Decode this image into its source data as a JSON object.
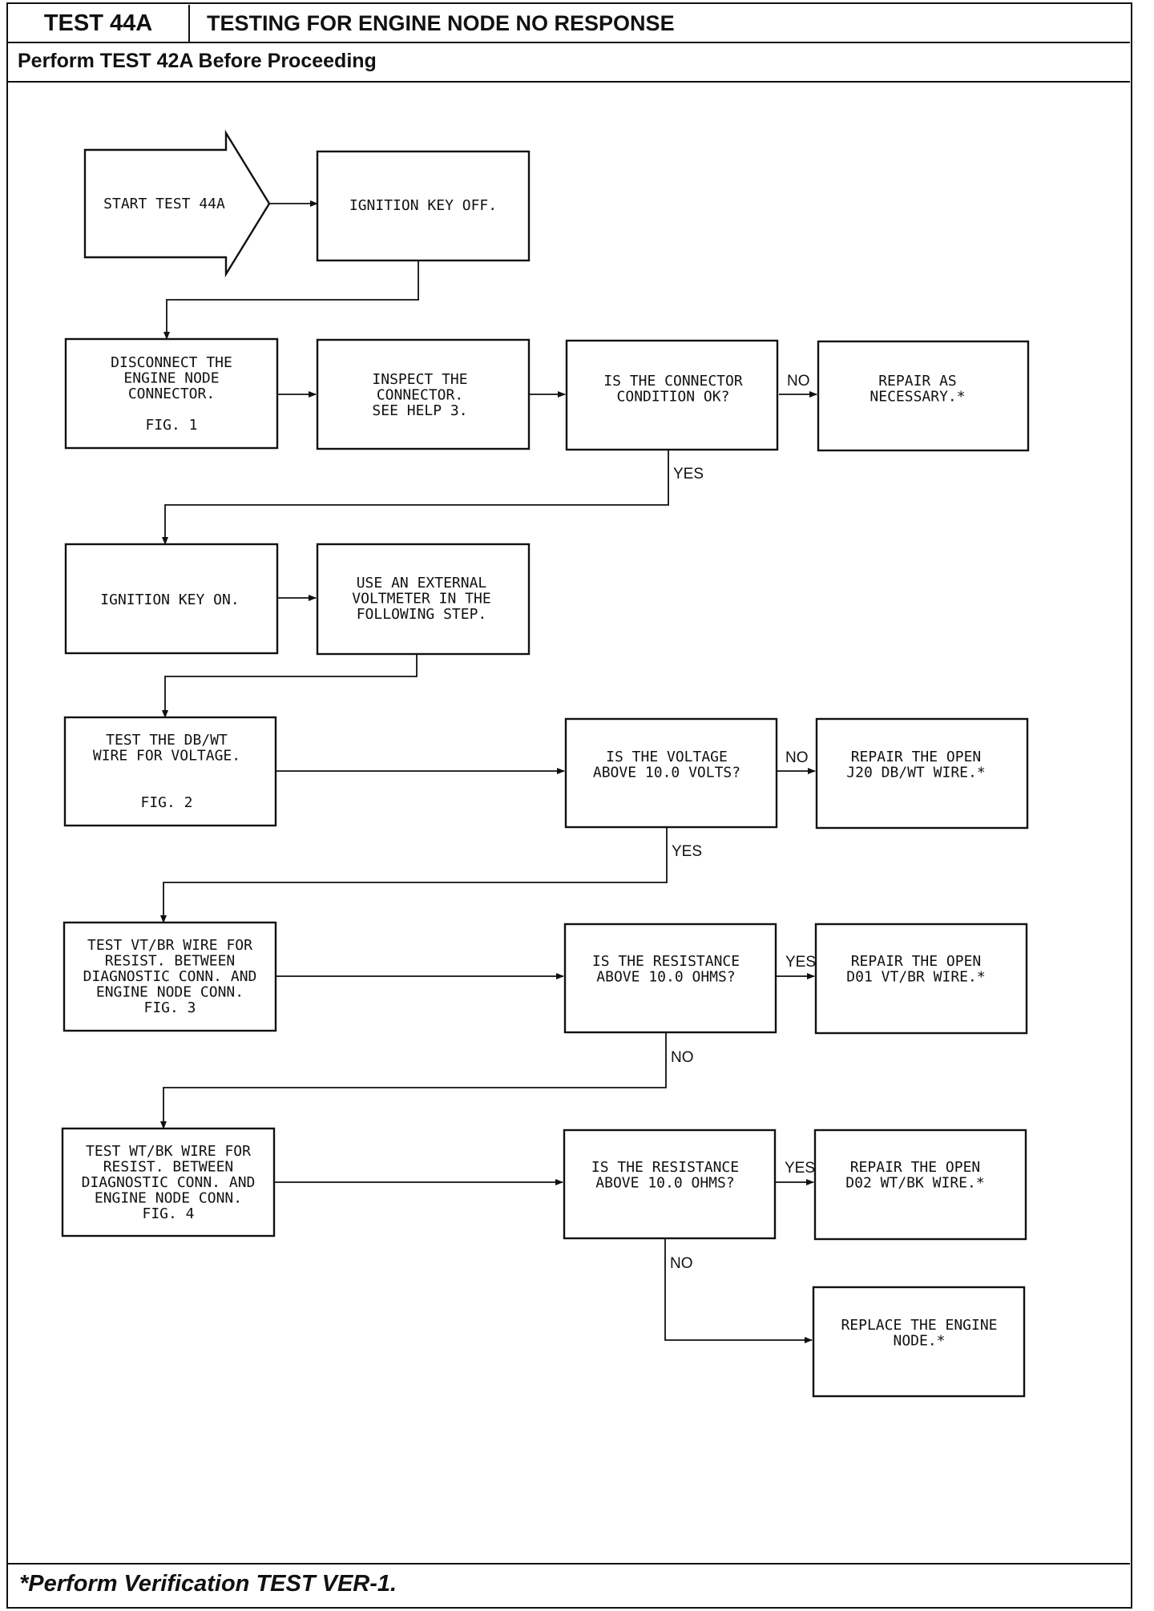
{
  "header": {
    "test_id": "TEST 44A",
    "title": "TESTING FOR ENGINE NODE NO RESPONSE",
    "prerequisite": "Perform TEST 42A Before Proceeding"
  },
  "footer": {
    "note": "*Perform Verification TEST VER-1."
  },
  "nodes": {
    "start": [
      "START TEST 44A"
    ],
    "key_off": [
      "IGNITION KEY OFF."
    ],
    "disconnect": [
      "DISCONNECT THE",
      "ENGINE NODE",
      "CONNECTOR.",
      "",
      "FIG. 1"
    ],
    "inspect": [
      "INSPECT THE",
      "CONNECTOR.",
      "SEE HELP 3."
    ],
    "connector_ok": [
      "IS THE CONNECTOR",
      "CONDITION OK?"
    ],
    "repair_necessary": [
      "REPAIR AS",
      "NECESSARY.*"
    ],
    "key_on": [
      "IGNITION KEY ON."
    ],
    "voltmeter": [
      "USE AN EXTERNAL",
      "VOLTMETER IN THE",
      "FOLLOWING STEP."
    ],
    "test_dbwt": [
      "TEST THE DB/WT",
      "WIRE FOR VOLTAGE.",
      "",
      "",
      "FIG. 2"
    ],
    "voltage_q": [
      "IS THE VOLTAGE",
      "ABOVE 10.0 VOLTS?"
    ],
    "repair_j20": [
      "REPAIR THE OPEN",
      "J20 DB/WT WIRE.*"
    ],
    "test_vtbr": [
      "TEST VT/BR WIRE FOR",
      "RESIST. BETWEEN",
      "DIAGNOSTIC CONN. AND",
      "ENGINE NODE CONN.",
      "FIG. 3"
    ],
    "resist_q1": [
      "IS THE RESISTANCE",
      "ABOVE 10.0 OHMS?"
    ],
    "repair_d01": [
      "REPAIR THE OPEN",
      "D01 VT/BR WIRE.*"
    ],
    "test_wtbk": [
      "TEST WT/BK WIRE FOR",
      "RESIST. BETWEEN",
      "DIAGNOSTIC CONN. AND",
      "ENGINE NODE CONN.",
      "FIG. 4"
    ],
    "resist_q2": [
      "IS THE RESISTANCE",
      "ABOVE 10.0 OHMS?"
    ],
    "repair_d02": [
      "REPAIR THE OPEN",
      "D02 WT/BK WIRE.*"
    ],
    "replace_node": [
      "REPLACE THE ENGINE",
      "NODE.*"
    ]
  },
  "edge_labels": {
    "connector_no": "NO",
    "connector_yes": "YES",
    "voltage_no": "NO",
    "voltage_yes": "YES",
    "resist1_yes": "YES",
    "resist1_no": "NO",
    "resist2_yes": "YES",
    "resist2_no": "NO"
  }
}
